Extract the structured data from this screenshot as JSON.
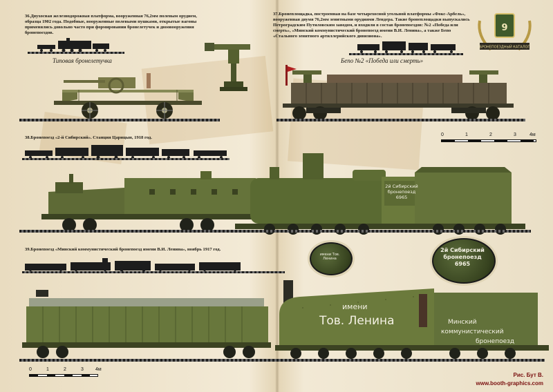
{
  "captions": {
    "c36": "36.Двухосная железнодорожная платформа, вооруженная 76,2мм полевым орудием, образца 1902 года. Подобные, вооруженные полевыми пушками, открытые вагоны применялись довольно часто при формировании бронелетучек и двоовооружения бронепоездов.",
    "c36_label": "Типовая бронелетучка",
    "c37": "37.Бронеплощадка, построенная на базе четырехосной угольной платформы «Фокс-Арбель», вооруженная двумя 76,2мм зенитными орудиями Лендера. Такие бронеплощадки выпускались Петроградским Путиловским заводом, и входили в состав бронепоездов: №2 «Победа или смерть», «Минский коммунистический бронепоезд имени В.И. Ленина», а также Бепо «Стального зенитного артиллерийского дивизиона».",
    "c37_label": "Бепо №2 «Победа или смерть»",
    "c38": "38.Бронепоезд «2-й Сибирский». Станция Царицын, 1918 год.",
    "c39": "39.Бронепоезд «Минский коммунистический бронепоезд имени В.И. Ленина», ноябрь 1917 год."
  },
  "scale": {
    "labels": [
      "0",
      "1",
      "2",
      "3",
      "4м"
    ]
  },
  "markings": {
    "siberian": [
      "2й Сибирский",
      "бронепоезд",
      "6965"
    ],
    "lenin_1": "имени",
    "lenin_2": "Тов. Ленина",
    "lenin_3": "Минский",
    "lenin_4": "коммунистический",
    "lenin_5": "бронепоезд",
    "loupe_small": "имени Тов. Ленина"
  },
  "badge": {
    "number": "9",
    "text": "БРОНЕПОЕЗДНЫЙ КАТАЛОГ"
  },
  "credits": {
    "artist": "Рис. Бут В.",
    "site": "www.booth-graphics.com"
  },
  "colors": {
    "olive": "#5d6b36",
    "olive_dark": "#3c461f",
    "canvas": "#9aa08a"
  }
}
